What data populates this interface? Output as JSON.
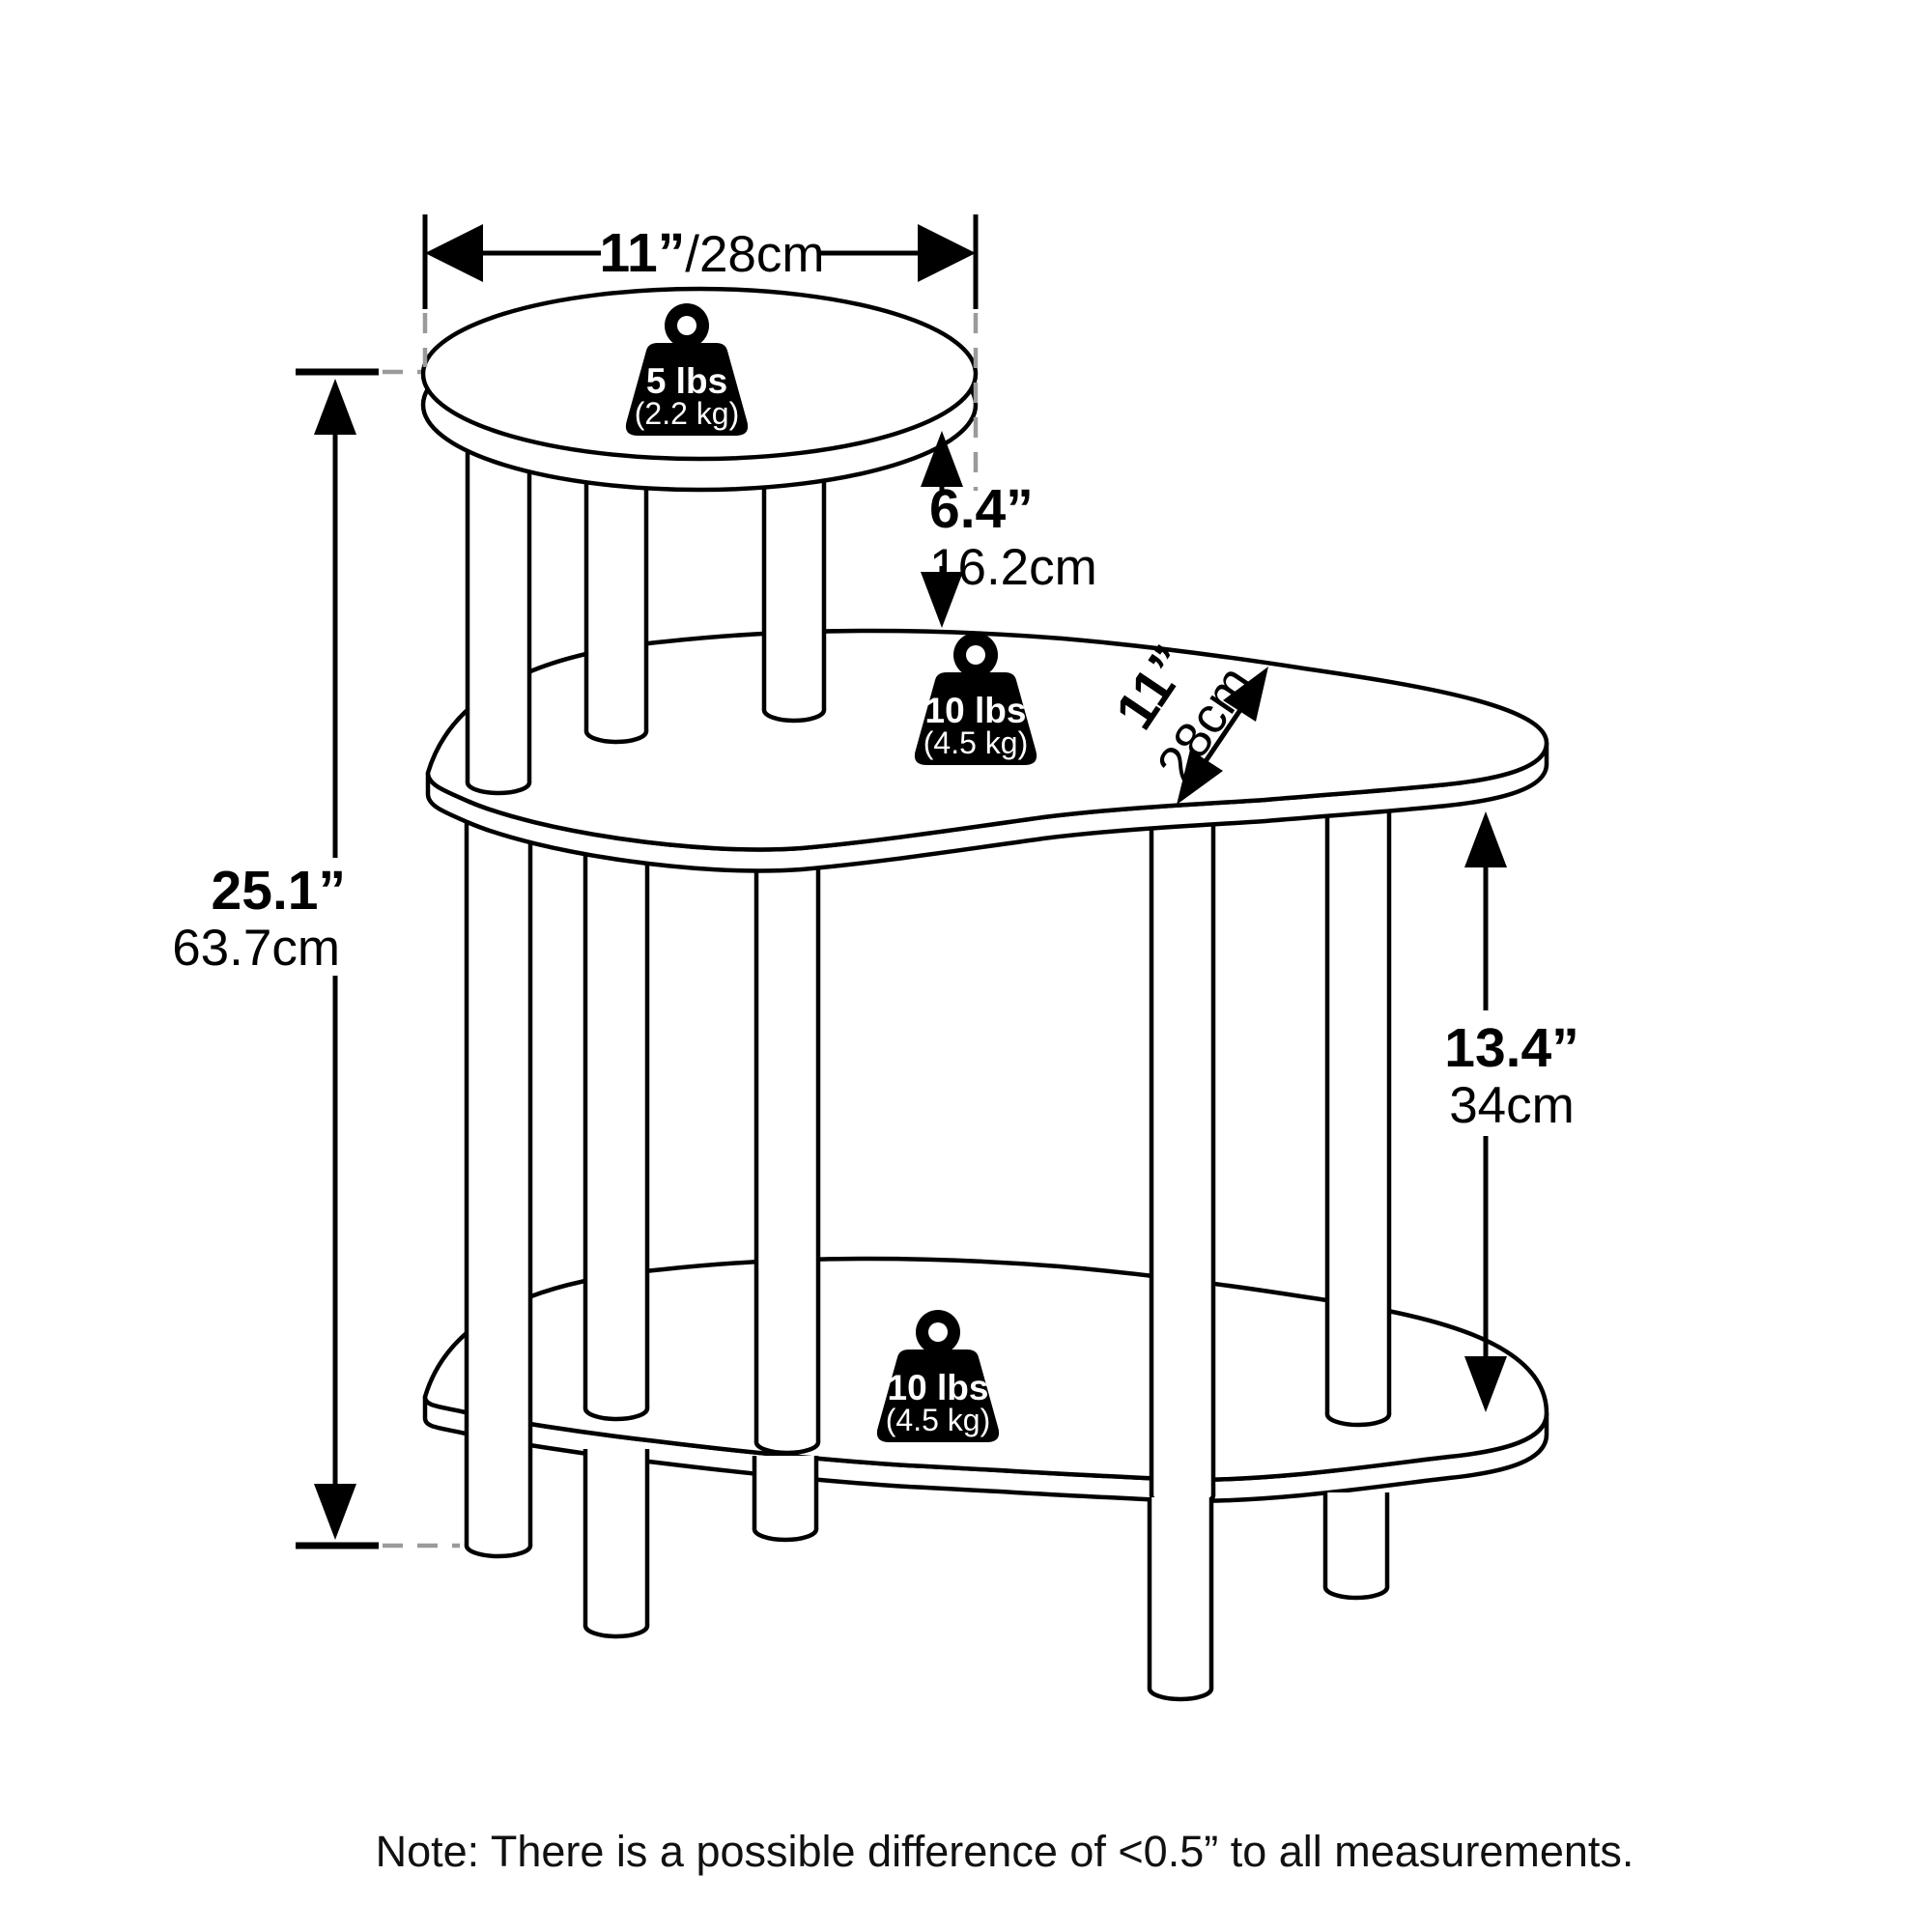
{
  "diagram": {
    "type": "furniture-dimension-diagram",
    "dimensions": {
      "top_width_in": "11”",
      "top_width_cm": "/28cm",
      "upper_gap_in": "6.4”",
      "upper_gap_cm": "16.2cm",
      "depth_in": "11”",
      "depth_cm": "28cm",
      "total_height_in": "25.1”",
      "total_height_cm": "63.7cm",
      "lower_gap_in": "13.4”",
      "lower_gap_cm": "34cm"
    },
    "load_capacity": {
      "top_lbs": "5 lbs",
      "top_kg": "(2.2 kg)",
      "middle_lbs": "10 lbs",
      "middle_kg": "(4.5 kg)",
      "bottom_lbs": "10 lbs",
      "bottom_kg": "(4.5 kg)"
    },
    "note": "Note: There is a possible difference of <0.5” to all measurements.",
    "colors": {
      "line": "#000000",
      "dashed_leader": "#9a9a9a",
      "background": "#ffffff",
      "weight_badge": "#000000",
      "weight_text": "#ffffff"
    }
  }
}
